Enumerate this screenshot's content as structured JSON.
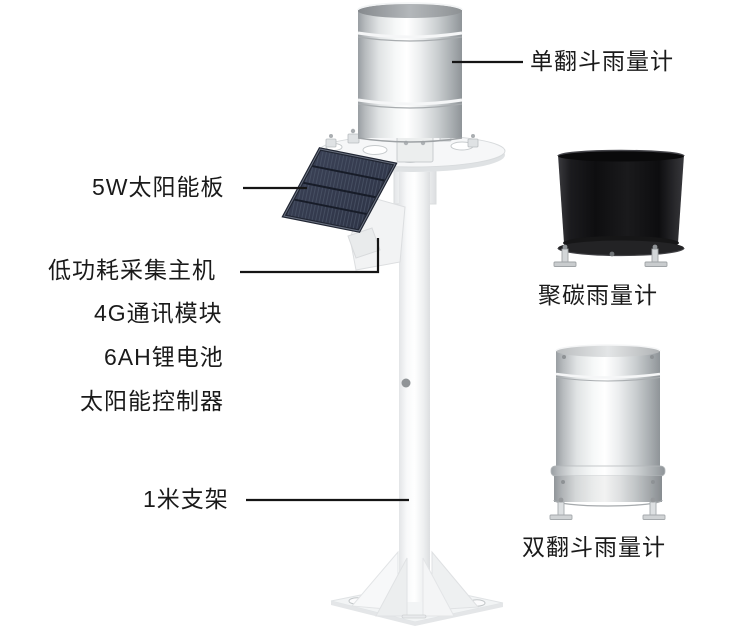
{
  "figure": {
    "type": "annotated-product-diagram",
    "subject": "rain gauge weather station"
  },
  "callouts": {
    "single_tipping": "单翻斗雨量计",
    "solar_panel": "5W太阳能板",
    "collector_host": "低功耗采集主机",
    "module_4g": "4G通讯模块",
    "battery": "6AH锂电池",
    "solar_controller": "太阳能控制器",
    "bracket": "1米支架",
    "polycarbonate": "聚碳雨量计",
    "double_tipping": "双翻斗雨量计"
  },
  "colors": {
    "background": "#ffffff",
    "text": "#1a1a1a",
    "leader_line": "#151515",
    "solar_panel_navy": "#343b4e",
    "black_gauge": "#121213",
    "metal_highlight": "#ffffff",
    "metal_shadow": "#9aa0a4",
    "pole_white": "#f7f8f9"
  }
}
